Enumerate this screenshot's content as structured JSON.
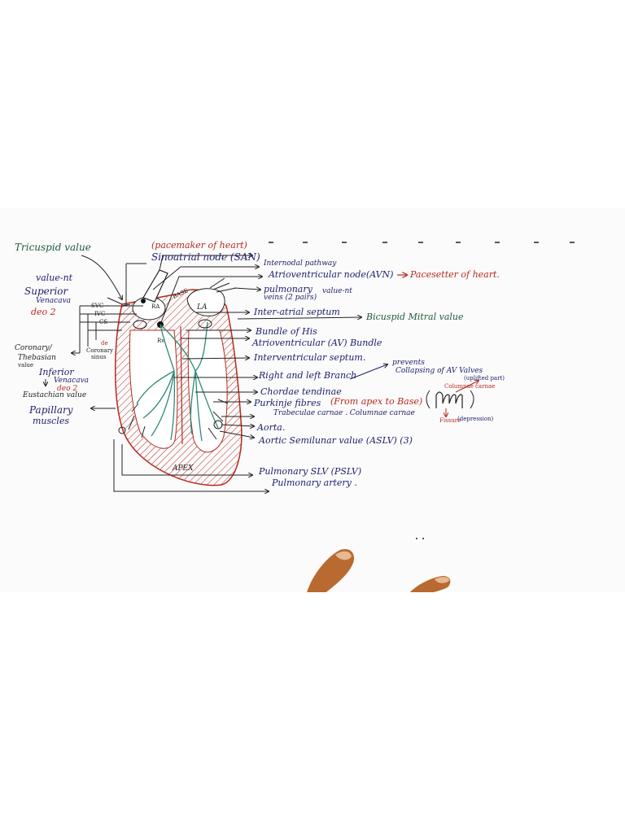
{
  "left_labels": {
    "tricuspid": "Tricuspid value",
    "valve_nt": "value-nt",
    "superior": "Superior",
    "venacava": "Venacava",
    "deo2_top": "deo 2",
    "svc": "SVC",
    "ivc": "IVC",
    "cs": "CS",
    "coronary": "Coronary/",
    "thebasian": "Thebasian",
    "valve": "value",
    "coronary_sinus_a": "Coronary",
    "coronary_sinus_b": "sinus",
    "de": "de",
    "inferior": "Inferior",
    "venacava2": "Venacava",
    "deo2_bottom": "deo 2",
    "eustachian": "Eustachian value",
    "papillary": "Papillary",
    "muscles": "muscles"
  },
  "heart_labels": {
    "ra": "RA",
    "la": "LA",
    "rv": "Rv",
    "base": "BASE",
    "apex": "APEX"
  },
  "right_labels": {
    "pacemaker": "(pacemaker of heart)",
    "san": "Sinoatrial node (SAN)",
    "internodal": "Internodal pathway",
    "avn": "Atrioventricular node(AVN)",
    "pacesetter": "Pacesetter of heart.",
    "pulmonary_veins_a": "pulmonary",
    "pulmonary_veins_b": "veins (2 pairs)",
    "valve_nt_right": "value-nt",
    "interatrial": "Inter-atrial septum",
    "bicuspid": "Bicuspid Mitral value",
    "bundle_his": "Bundle of His",
    "av_bundle": "Atrioventricular (AV) Bundle",
    "interventricular": "Interventricular septum.",
    "right_left_branch": "Right and left Branch",
    "prevents_a": "prevents",
    "prevents_b": "Collapsing of AV Valves",
    "chordae": "Chordae tendinae",
    "purkinje": "Purkinje fibres",
    "apex_base": "(From apex to Base)",
    "trabeculae": "Trabeculae carnae . Columnae carnae",
    "uplifted": "(uplifted part)",
    "columnae": "Columnae carnae",
    "fissure": "Fissure",
    "depression": "(depression)",
    "aorta": "Aorta.",
    "aslv": "Aortic Semilunar value (ASLV) (3)",
    "pslv": "Pulmonary SLV (PSLV)",
    "pulm_artery": "Pulmonary artery ."
  },
  "colors": {
    "ink_blue": "#20206e",
    "ink_red": "#b8281e",
    "ink_green": "#1d5a3c",
    "teal_fibres": "#2e8b7a"
  }
}
